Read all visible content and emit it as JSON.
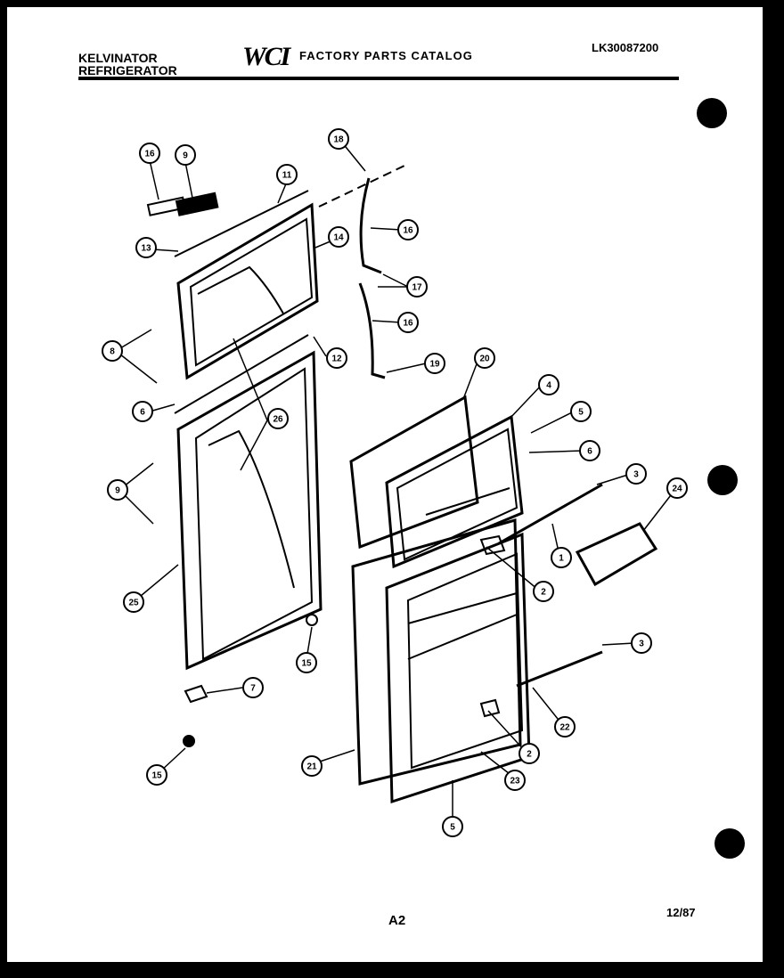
{
  "header": {
    "brand_line1": "KELVINATOR",
    "brand_line2": "REFRIGERATOR",
    "logo_text": "WCI",
    "catalog_title": "FACTORY PARTS CATALOG",
    "document_number": "LK30087200"
  },
  "footer": {
    "page": "A2",
    "date": "12/87"
  },
  "callouts": [
    "16",
    "9",
    "11",
    "13",
    "14",
    "8",
    "12",
    "6",
    "26",
    "9",
    "25",
    "15",
    "7",
    "15",
    "18",
    "16",
    "17",
    "16",
    "19",
    "20",
    "4",
    "5",
    "6",
    "3",
    "1",
    "24",
    "2",
    "3",
    "22",
    "2",
    "21",
    "23",
    "5"
  ]
}
